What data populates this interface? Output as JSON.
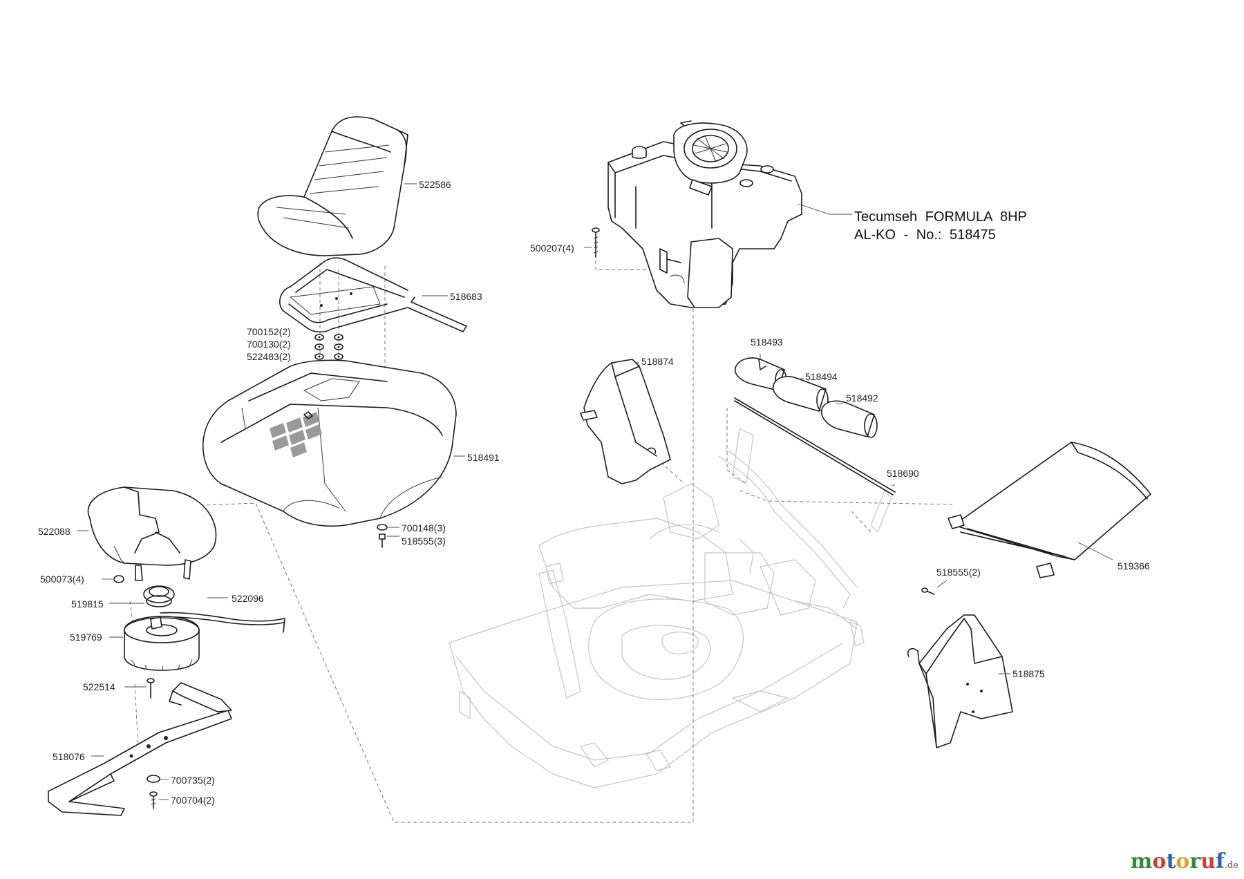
{
  "engine": {
    "name": "Tecumseh  FORMULA  8HP",
    "number": "AL-KO - No.: 518475"
  },
  "parts": {
    "p522586": "522586",
    "p518683": "518683",
    "p700152": "700152(2)",
    "p700130": "700130(2)",
    "p522483": "522483(2)",
    "p518491": "518491",
    "p700148": "700148(3)",
    "p518555a": "518555(3)",
    "p522088": "522088",
    "p500073": "500073(4)",
    "p519815": "519815",
    "p522096": "522096",
    "p519769": "519769",
    "p522514": "522514",
    "p518076": "518076",
    "p700735": "700735(2)",
    "p700704": "700704(2)",
    "p500207": "500207(4)",
    "p518874": "518874",
    "p518493": "518493",
    "p518494": "518494",
    "p518492": "518492",
    "p518690": "518690",
    "p519366": "519366",
    "p518555b": "518555(2)",
    "p518875": "518875"
  },
  "watermark": {
    "letters": [
      "m",
      "o",
      "t",
      "o",
      "r",
      "u",
      "f"
    ],
    "suffix": ".de",
    "colors": [
      "#2e8b3a",
      "#d63a2f",
      "#2b62b8",
      "#e0a21b",
      "#2e8b3a",
      "#d63a2f",
      "#2b62b8"
    ]
  }
}
